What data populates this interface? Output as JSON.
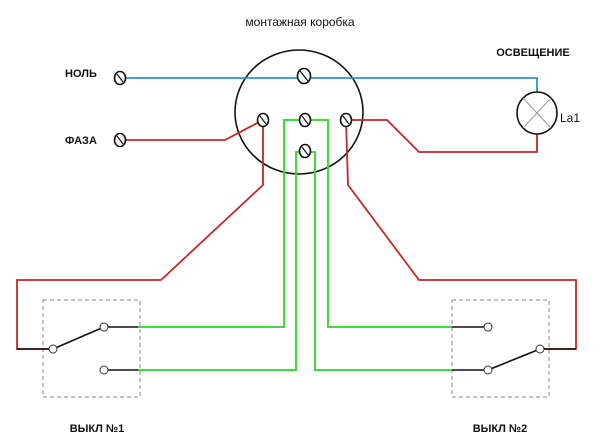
{
  "diagram": {
    "junction_box_label": "монтажная коробка",
    "lighting_label": "ОСВЕЩЕНИЕ",
    "neutral_label": "НОЛЬ",
    "phase_label": "ФАЗА",
    "lamp_label": "La1",
    "switch1_label": "ВЫКЛ №1",
    "switch2_label": "ВЫКЛ №2"
  },
  "colors": {
    "neutral": "#3b8ec4",
    "phase": "#c0282a",
    "traveler": "#3ddc3d"
  }
}
